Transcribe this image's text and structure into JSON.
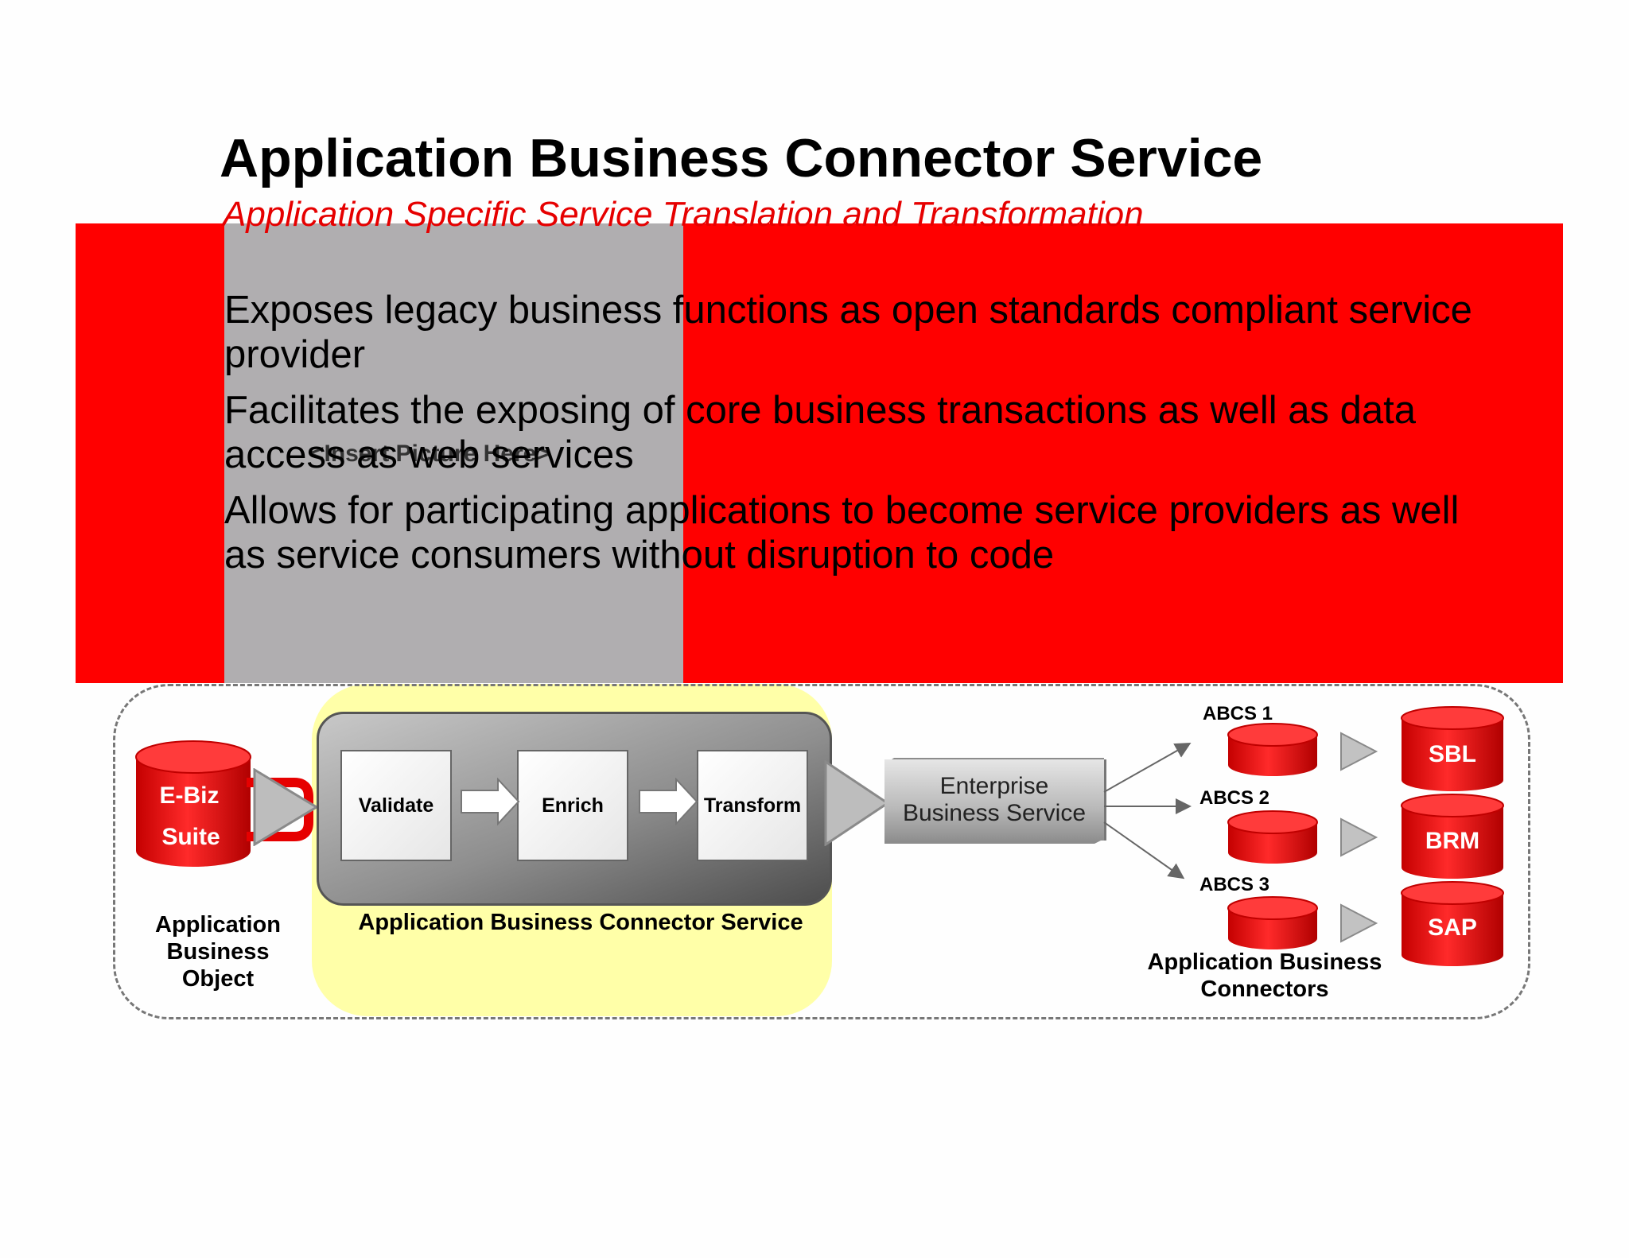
{
  "slide": {
    "title": "Application Business Connector Service",
    "subtitle": "Application Specific Service Translation and Transformation",
    "placeholder": "<Insert Picture Here>",
    "bullets": [
      "Exposes legacy business functions as open standards compliant service provider",
      "Facilitates the exposing of core business transactions as well as data access as web services",
      "Allows for participating applications to become service providers as well as service consumers without disruption to code"
    ]
  },
  "diagram": {
    "source_app": {
      "line1": "E-Biz",
      "line2": "Suite"
    },
    "source_caption": "Application Business Object",
    "steps": [
      "Validate",
      "Enrich",
      "Transform"
    ],
    "abcs_caption": "Application Business Connector Service",
    "ebs": {
      "line1": "Enterprise",
      "line2": "Business Service"
    },
    "connectors": [
      "ABCS 1",
      "ABCS 2",
      "ABCS 3"
    ],
    "targets": [
      "SBL",
      "BRM",
      "SAP"
    ],
    "connectors_caption_line1": "Application Business",
    "connectors_caption_line2": "Connectors"
  },
  "colors": {
    "accent_red": "#ff0000",
    "panel_grey": "#b0aeb0",
    "highlight_yellow": "#ffff99"
  },
  "icons": [
    "database-cylinder-icon",
    "triangle-arrow-icon",
    "block-arrow-icon"
  ]
}
